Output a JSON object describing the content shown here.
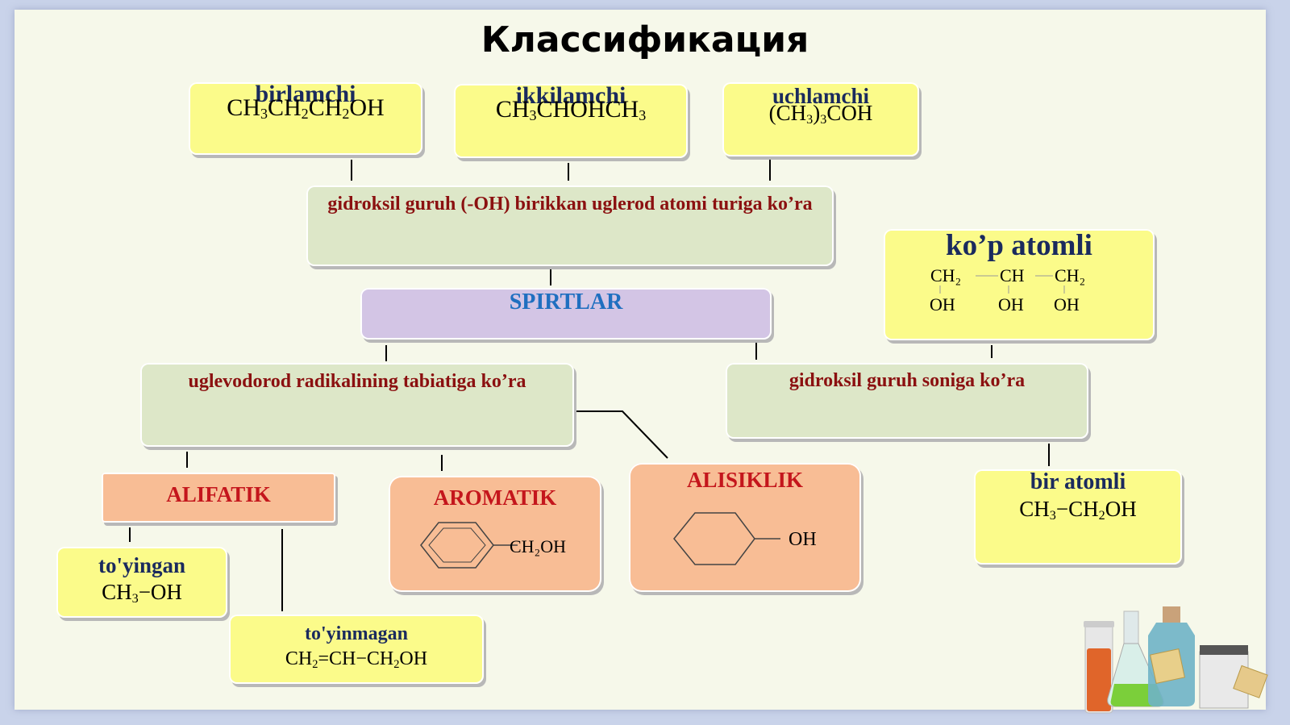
{
  "title": "Классификация",
  "top_boxes": {
    "primary": {
      "label": "birlamchi",
      "formula": {
        "a": "CH",
        "s1": "3",
        "b": "CH",
        "s2": "2",
        "c": "CH",
        "s3": "2",
        "d": "OH"
      }
    },
    "secondary": {
      "label": "ikkilamchi",
      "formula": {
        "a": "CH",
        "s1": "3",
        "b": "CHOHCH",
        "s2": "3"
      }
    },
    "tertiary": {
      "label": "uchlamchi",
      "formula": {
        "a": "(CH",
        "s1": "3",
        "b": ")",
        "s2": "3",
        "c": "COH"
      }
    }
  },
  "carbon_type_box": {
    "text": "gidroksil guruh (-OH) birikkan uglerod atomi turiga ko’ra"
  },
  "spirtlar": {
    "text": "SPIRTLAR"
  },
  "radical_box": {
    "text": "uglevodorod radikalining tabiatiga ko’ra"
  },
  "count_box": {
    "text": "gidroksil guruh soniga ko’ra"
  },
  "polyatomic": {
    "label": "ko’p atomli",
    "structure": {
      "c1": "CH₂",
      "c2": "CH",
      "c3": "CH₂",
      "o1": "OH",
      "o2": "OH",
      "o3": "OH"
    }
  },
  "monatomic": {
    "label": "bir atomli",
    "formula": {
      "a": "CH",
      "s1": "3",
      "b": "−CH",
      "s2": "2",
      "c": "OH"
    }
  },
  "alifatik": {
    "label": "ALIFATIK"
  },
  "aromatik": {
    "label": "AROMATIK",
    "substituent": "CH₂OH"
  },
  "alisiklik": {
    "label": "ALISIKLIK",
    "substituent": "OH"
  },
  "saturated": {
    "label": "to'yingan",
    "formula": {
      "a": "CH",
      "s1": "3",
      "b": "−OH"
    }
  },
  "unsaturated": {
    "label": "to'yinmagan",
    "formula": {
      "a": "CH",
      "s1": "2",
      "b": "=CH−CH",
      "s2": "2",
      "c": "OH"
    }
  },
  "colors": {
    "yellow": "#fbfb8a",
    "green": "#dde7c8",
    "purple": "#d3c5e5",
    "salmon": "#f8bd95",
    "maroon": "#8b1010",
    "red": "#c4161c",
    "navy": "#1a2a5e",
    "blue": "#1f6fc0"
  },
  "decoration": {
    "icon": "lab-flasks-icon"
  }
}
